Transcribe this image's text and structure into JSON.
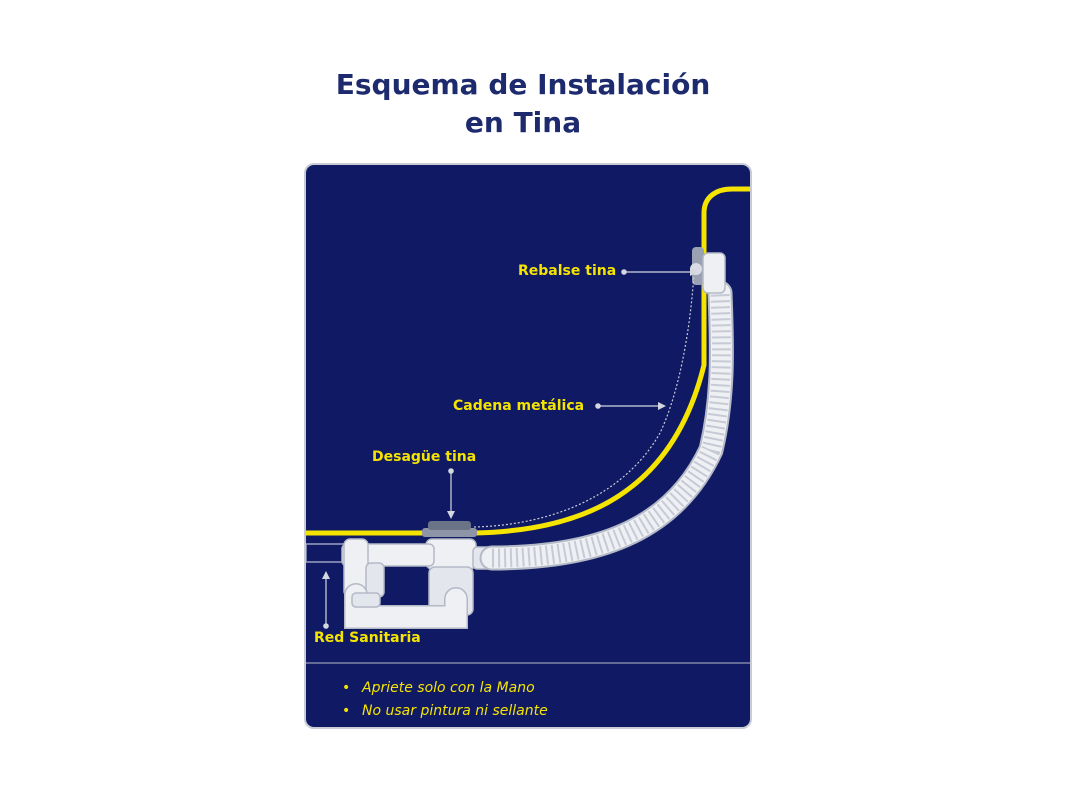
{
  "title": {
    "line1": "Esquema de Instalación",
    "line2": "en Tina"
  },
  "labels": {
    "overflow": "Rebalse tina",
    "chain": "Cadena metálica",
    "drain": "Desagüe tina",
    "sewer": "Red Sanitaria"
  },
  "notes": [
    "Apriete solo con la Mano",
    "No usar pintura ni sellante"
  ],
  "colors": {
    "panel": "#101a64",
    "accent": "#f4e400",
    "pipe": "#eef0f4"
  }
}
